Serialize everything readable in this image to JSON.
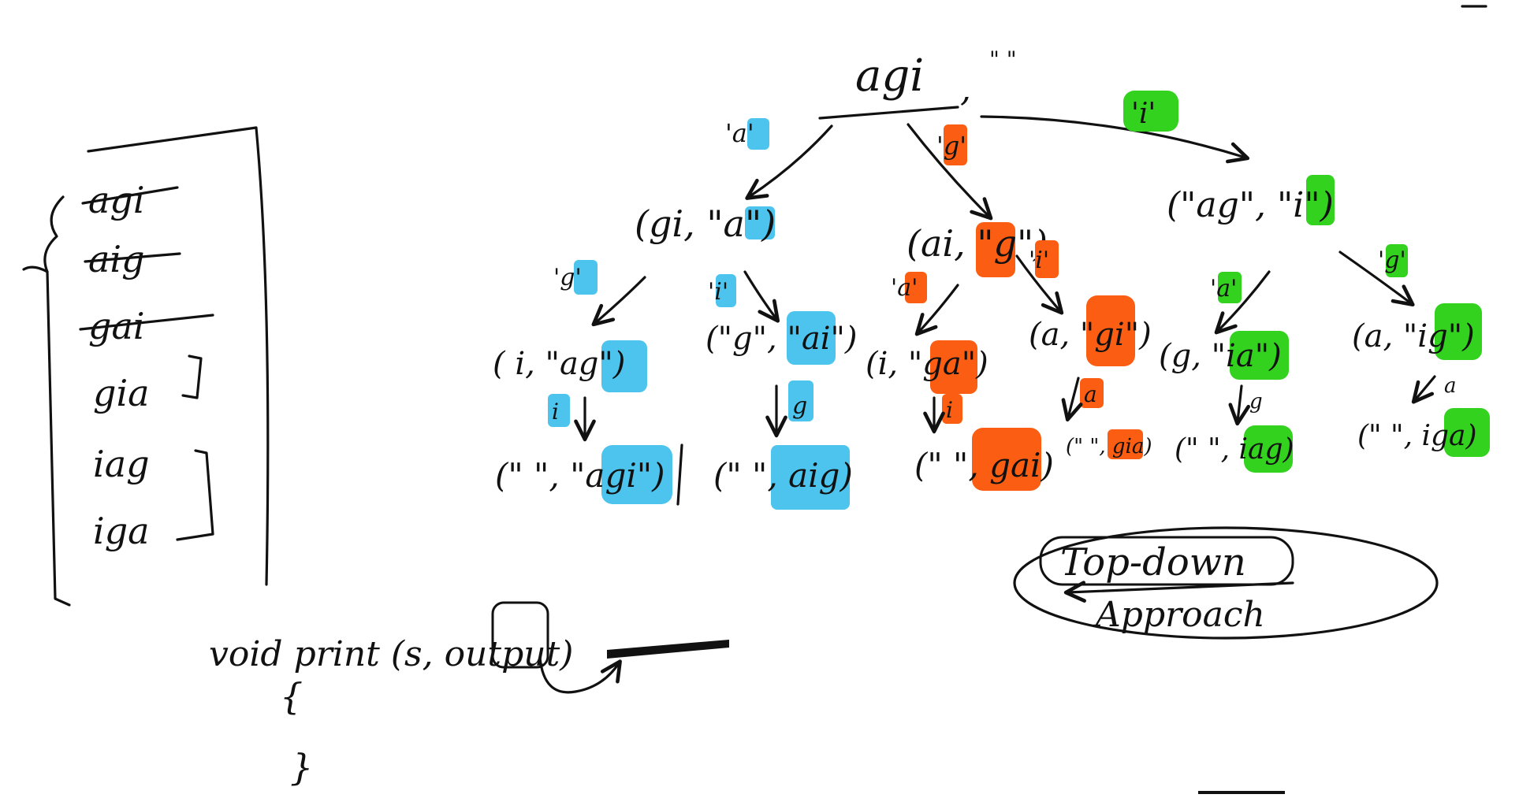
{
  "colors": {
    "ink": "#111111",
    "blue": "#4cc4ee",
    "orange": "#fb5d12",
    "green": "#32d21e"
  },
  "root": {
    "input": "agi",
    "output": "\" \""
  },
  "edges": {
    "a": "'a'",
    "g": "'g'",
    "i": "'i'"
  },
  "level1": {
    "left": {
      "open": "(gi, \"",
      "hl": "a",
      "close": "\")"
    },
    "middle": {
      "open": "(ai, \"",
      "hl": "g",
      "close": "\")"
    },
    "right": {
      "open": "(\"ag\", \"",
      "hl": "i",
      "close": "\")"
    }
  },
  "edges2": {
    "l_g": "'g'",
    "l_i": "'i'",
    "m_a": "'a'",
    "m_i": "'i'",
    "r_a": "'a'",
    "r_g": "'g'"
  },
  "level2": [
    {
      "open": "( i, \"",
      "hl": "ag",
      "close": "\")"
    },
    {
      "open": "(\"g\", \"",
      "hl": "ai",
      "close": "\")"
    },
    {
      "open": "(i, \"",
      "hl": "ga",
      "close": "\")"
    },
    {
      "open": "(a, \"",
      "hl": "gi",
      "close": "\")"
    },
    {
      "open": "(g, \"",
      "hl": "ia",
      "close": "\")"
    },
    {
      "open": "(a, \"",
      "hl": "ig",
      "close": "\")"
    }
  ],
  "edges3": [
    "i",
    "g",
    "i",
    "a",
    "g",
    "a"
  ],
  "leaves": [
    {
      "open": "(\" \", \"",
      "hl": "agi",
      "close": "\")"
    },
    {
      "open": "(\" \", ",
      "hl": "aig",
      "close": ")"
    },
    {
      "open": "(\" \", ",
      "hl": "gai",
      "close": ")"
    },
    {
      "open": "(\" \", ",
      "hl": "gia",
      "close": ")"
    },
    {
      "open": "(\" \", ",
      "hl": "iag",
      "close": ")"
    },
    {
      "open": "(\" \", ",
      "hl": "iga",
      "close": ")"
    }
  ],
  "results": [
    "agi",
    "aig",
    "gai",
    "gia",
    "iag",
    "iga"
  ],
  "code": {
    "signature": "void print (s, output)",
    "open_brace": "{",
    "close_brace": "}"
  },
  "label": {
    "line1": "Top-down",
    "line2": "Approach"
  }
}
